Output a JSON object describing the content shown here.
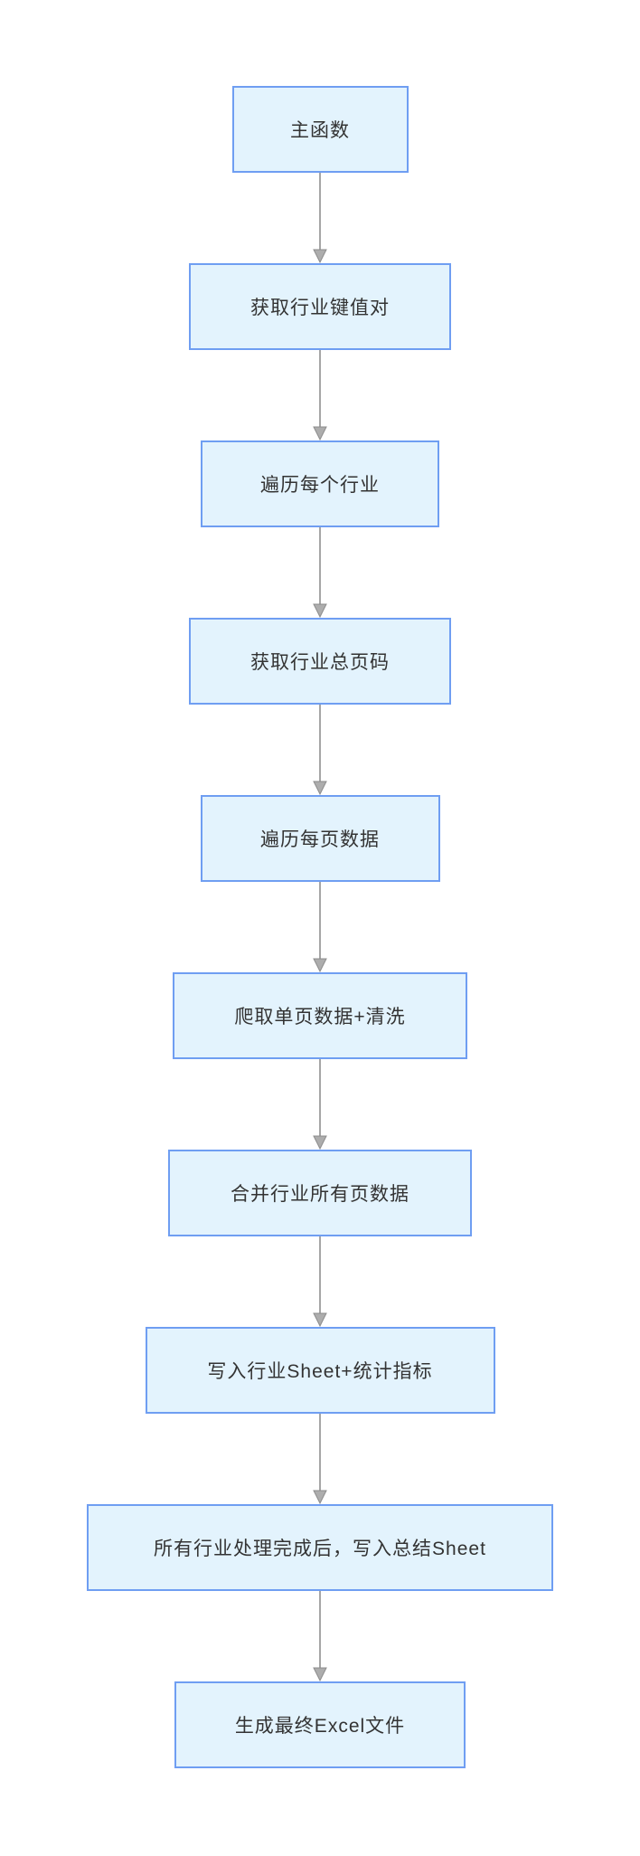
{
  "diagram": {
    "type": "flowchart",
    "direction": "top-down",
    "nodes": [
      {
        "id": "main-function",
        "label": "主函数"
      },
      {
        "id": "get-industry-key-values",
        "label": "获取行业键值对"
      },
      {
        "id": "iterate-each-industry",
        "label": "遍历每个行业"
      },
      {
        "id": "get-industry-total-pages",
        "label": "获取行业总页码"
      },
      {
        "id": "iterate-each-page",
        "label": "遍历每页数据"
      },
      {
        "id": "crawl-single-page-clean",
        "label": "爬取单页数据+清洗"
      },
      {
        "id": "merge-industry-pages",
        "label": "合并行业所有页数据"
      },
      {
        "id": "write-industry-sheet",
        "label": "写入行业Sheet+统计指标"
      },
      {
        "id": "write-summary-sheet",
        "label": "所有行业处理完成后，写入总结Sheet"
      },
      {
        "id": "generate-excel-file",
        "label": "生成最终Excel文件"
      }
    ],
    "colors": {
      "background": "#FFFFFF",
      "node_fill": "#E3F3FD",
      "node_border": "#6F9EF2",
      "node_text": "#333333",
      "arrow_line": "#A6A6A6",
      "arrow_head_fill": "#ADADAD",
      "arrow_head_stroke": "#8C8C8C"
    }
  }
}
